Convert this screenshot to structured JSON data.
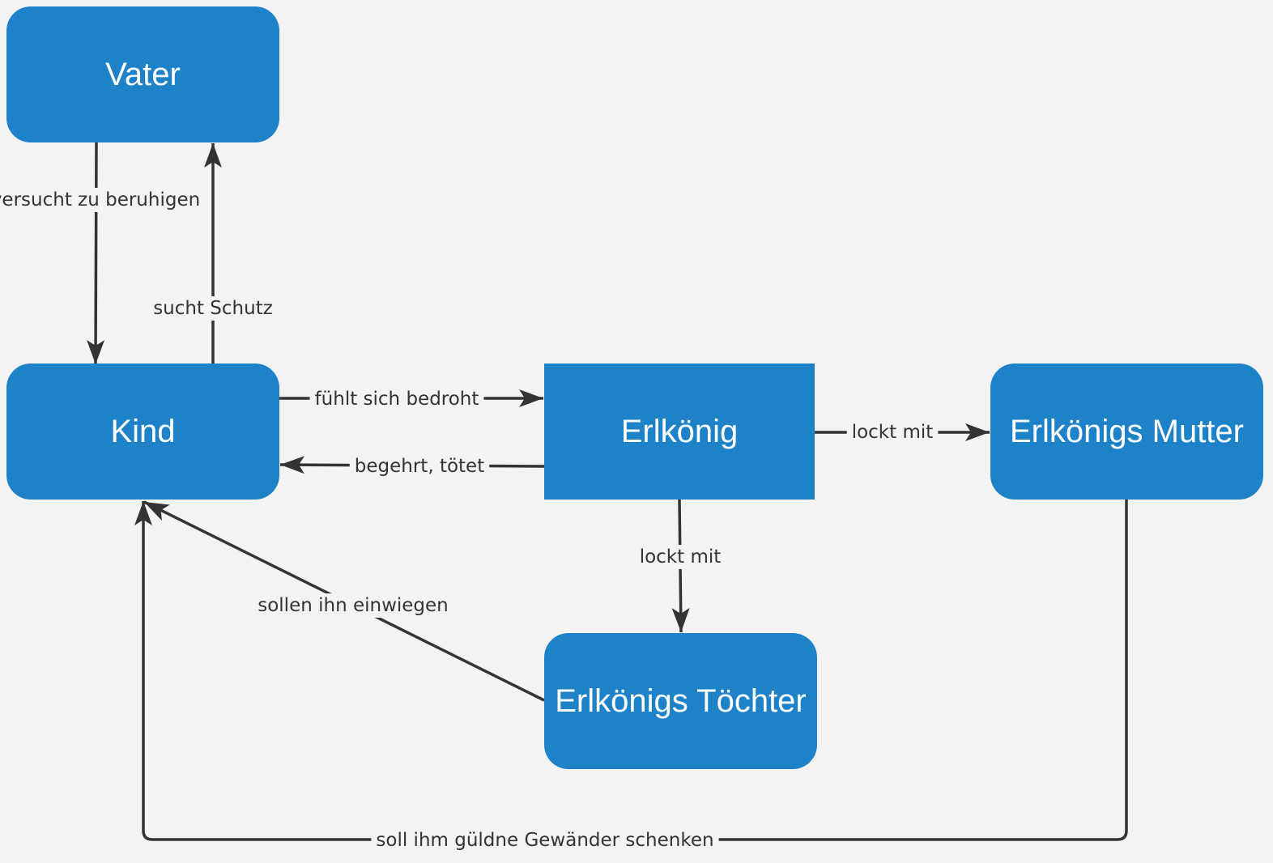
{
  "colors": {
    "background": "#f3f3f3",
    "node_fill": "#1e82c9",
    "node_text": "#ffffff",
    "edge": "#333333"
  },
  "nodes": [
    {
      "id": "vater",
      "label": "Vater",
      "shape": "rounded"
    },
    {
      "id": "kind",
      "label": "Kind",
      "shape": "rounded"
    },
    {
      "id": "erlkoenig",
      "label": "Erlkönig",
      "shape": "rectangle"
    },
    {
      "id": "mutter",
      "label": "Erlkönigs Mutter",
      "shape": "rounded"
    },
    {
      "id": "toechter",
      "label": "Erlkönigs Töchter",
      "shape": "rounded"
    }
  ],
  "edges": [
    {
      "id": "vater-kind",
      "from": "vater",
      "to": "kind",
      "label": "versucht zu beruhigen"
    },
    {
      "id": "kind-vater",
      "from": "kind",
      "to": "vater",
      "label": "sucht Schutz"
    },
    {
      "id": "kind-erlkoenig",
      "from": "kind",
      "to": "erlkoenig",
      "label": "fühlt sich bedroht"
    },
    {
      "id": "erlkoenig-kind",
      "from": "erlkoenig",
      "to": "kind",
      "label": "begehrt, tötet"
    },
    {
      "id": "erlkoenig-mutter",
      "from": "erlkoenig",
      "to": "mutter",
      "label": "lockt mit"
    },
    {
      "id": "erlkoenig-toechter",
      "from": "erlkoenig",
      "to": "toechter",
      "label": "lockt mit"
    },
    {
      "id": "toechter-kind",
      "from": "toechter",
      "to": "kind",
      "label": "sollen ihn einwiegen"
    },
    {
      "id": "mutter-kind",
      "from": "mutter",
      "to": "kind",
      "label": "soll ihm güldne Gewänder schenken"
    }
  ]
}
